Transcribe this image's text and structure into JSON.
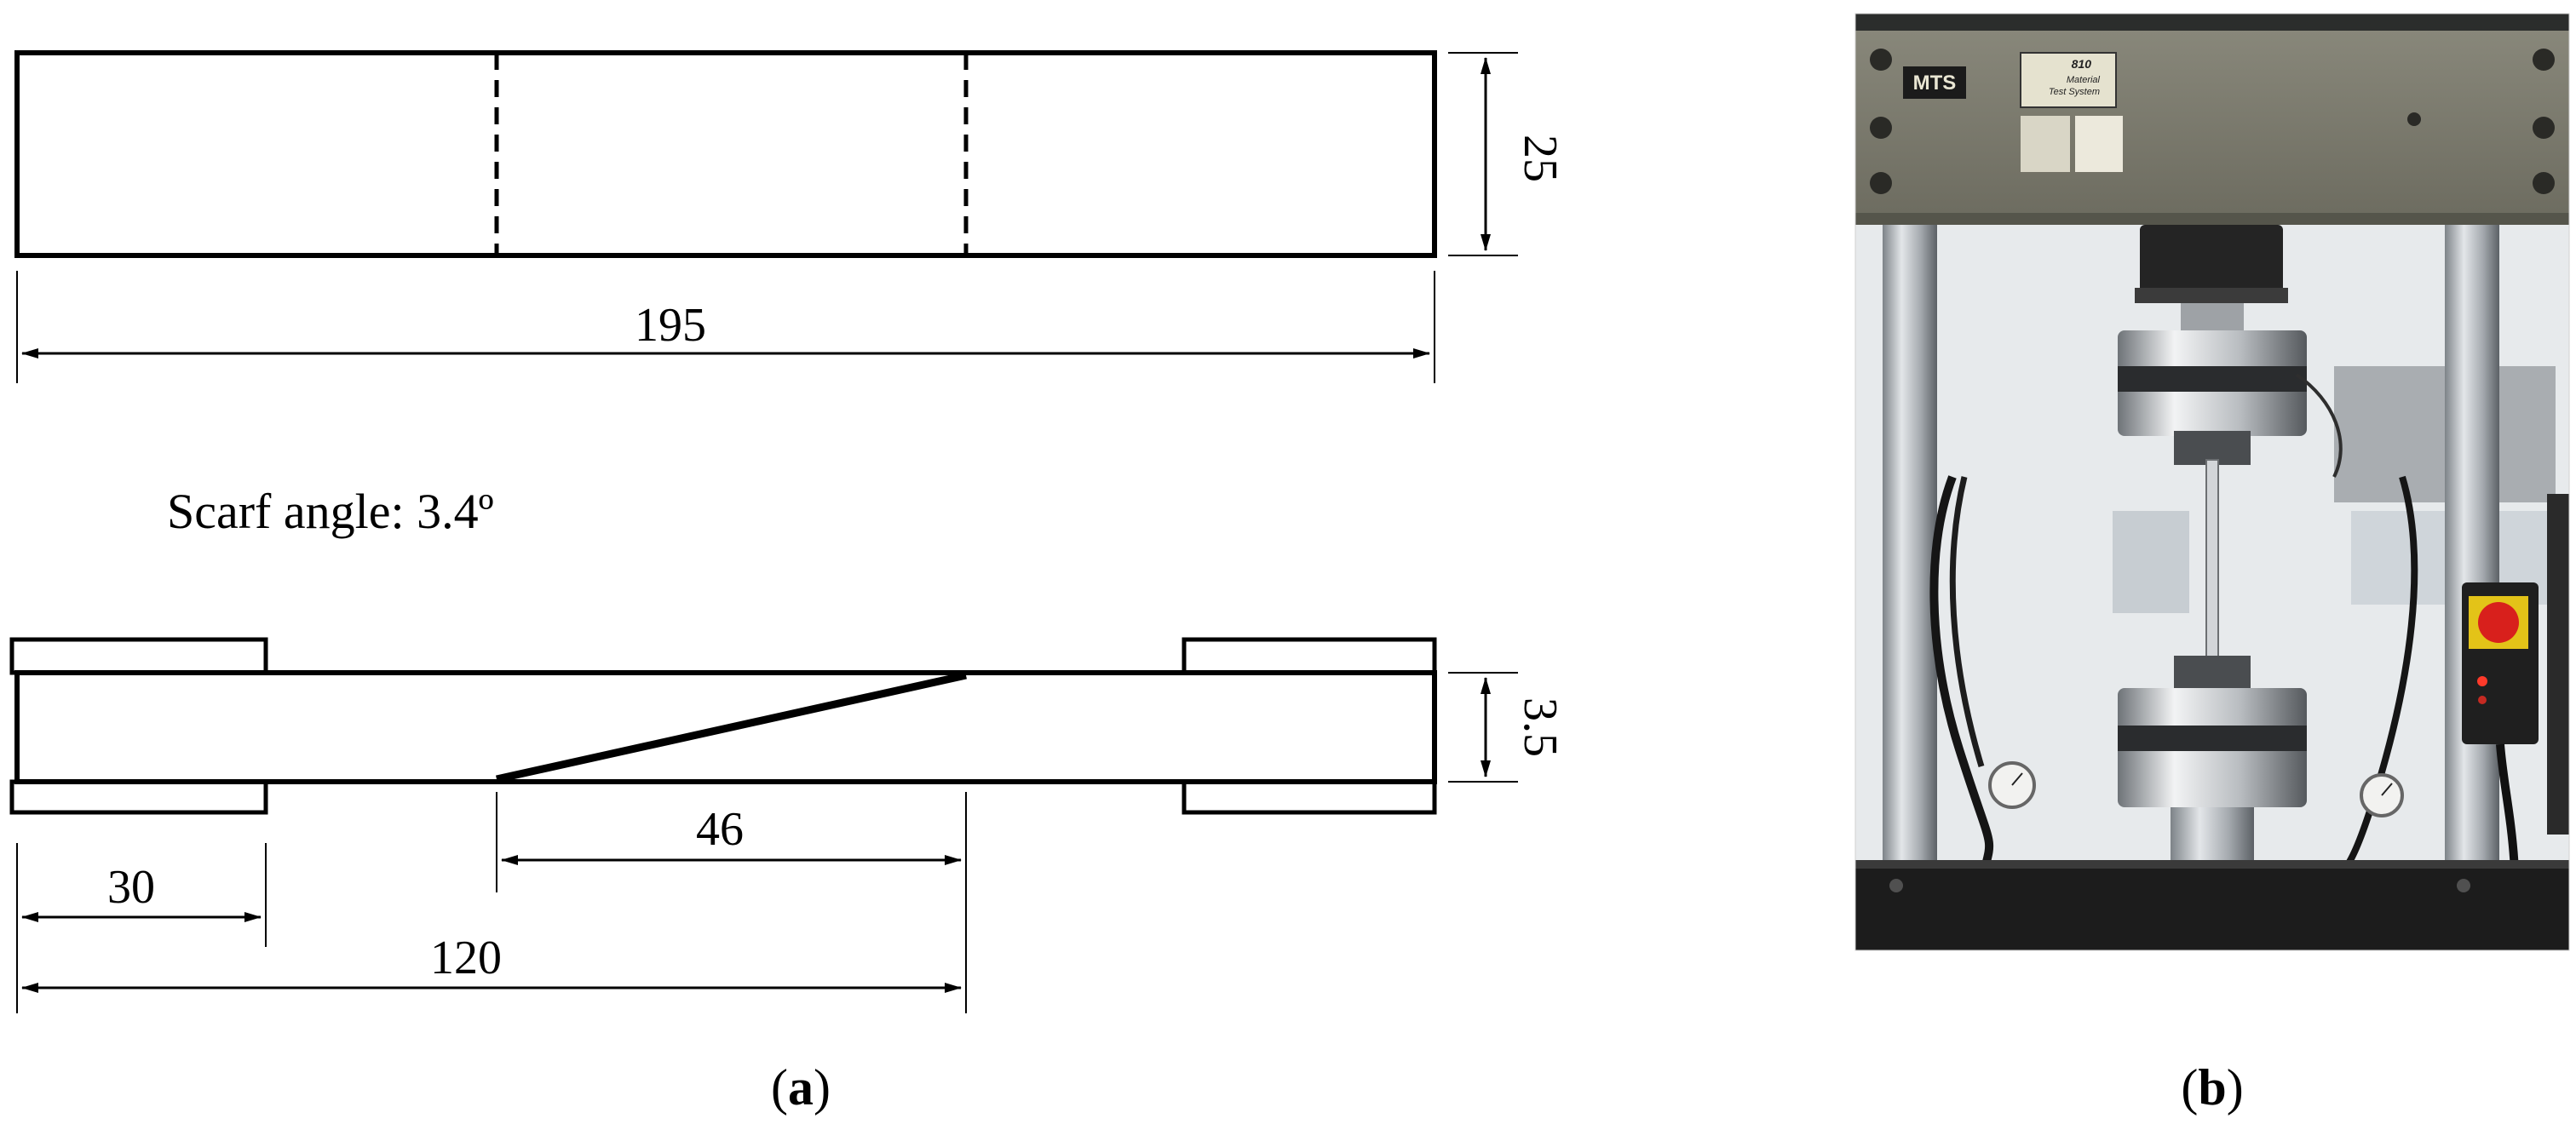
{
  "panel_a": {
    "top_view": {
      "length_label": "195",
      "width_label": "25"
    },
    "scarf_angle_text": "Scarf angle:  3.4º",
    "side_view": {
      "thickness_label": "3.5",
      "scarf_length_label": "46",
      "tab_length_label": "30",
      "scarf_position_label": "120"
    },
    "caption_open": "(",
    "caption_letter": "a",
    "caption_close": ")"
  },
  "panel_b": {
    "machine_brand": "MTS",
    "machine_model": "810",
    "machine_line1": "Material",
    "machine_line2": "Test System",
    "caption_open": "(",
    "caption_letter": "b",
    "caption_close": ")"
  },
  "colors": {
    "line": "#000000",
    "machine_frame": "#7b7a6d",
    "column": "#b9bec4",
    "grip": "#c9ccd0",
    "base": "#1c1c1c",
    "background_wall": "#e9ecee",
    "estop": "#d8201c"
  }
}
